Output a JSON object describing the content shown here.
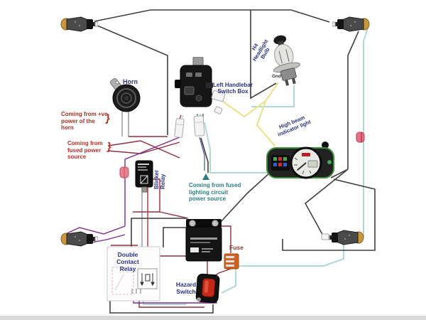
{
  "diagram_title": "Motorcycle turn signal and lighting wiring diagram",
  "labels": {
    "horn": "Horn",
    "switch_box": "Left Handlebar Switch Box",
    "headlight_bulb": "H4 Headlight Bulb",
    "bulb_gnd": "Gnd",
    "high_beam_indicator": "High beam indicator light",
    "blinker_relay": "Blinker Relay",
    "fuse": "Fuse",
    "double_contact_relay": "Double Contact Relay",
    "hazard_switch": "Hazard Switch"
  },
  "annotations": {
    "horn_power": "Coming from +ve power of the horn",
    "fused_power": "Coming from fused power source",
    "fused_lighting": "Coming from fused lighting circuit power source",
    "brace": "}"
  },
  "components": {
    "turn_signals": [
      "top-left",
      "top-right",
      "bottom-left",
      "bottom-right"
    ],
    "connectors": [
      "pink-connector",
      "red-connector",
      "green-connector",
      "white-connectors"
    ]
  },
  "colors": {
    "label_navy": "#2a3480",
    "annotation_red_brown": "#a33122",
    "annotation_red": "#b93028",
    "annotation_teal": "#2e7d84",
    "wire_black": "#3f3f3f",
    "wire_purple": "#7b2d8b",
    "wire_maroon": "#8b3040",
    "wire_red": "#c03a3a",
    "wire_teal": "#b2d8d4",
    "wire_yellow": "#e8e28a",
    "wire_green": "#4a8f4a",
    "signal_amber": "#c8963c",
    "fuse_orange": "#d2601a",
    "hazard_button_red": "#c42818"
  }
}
